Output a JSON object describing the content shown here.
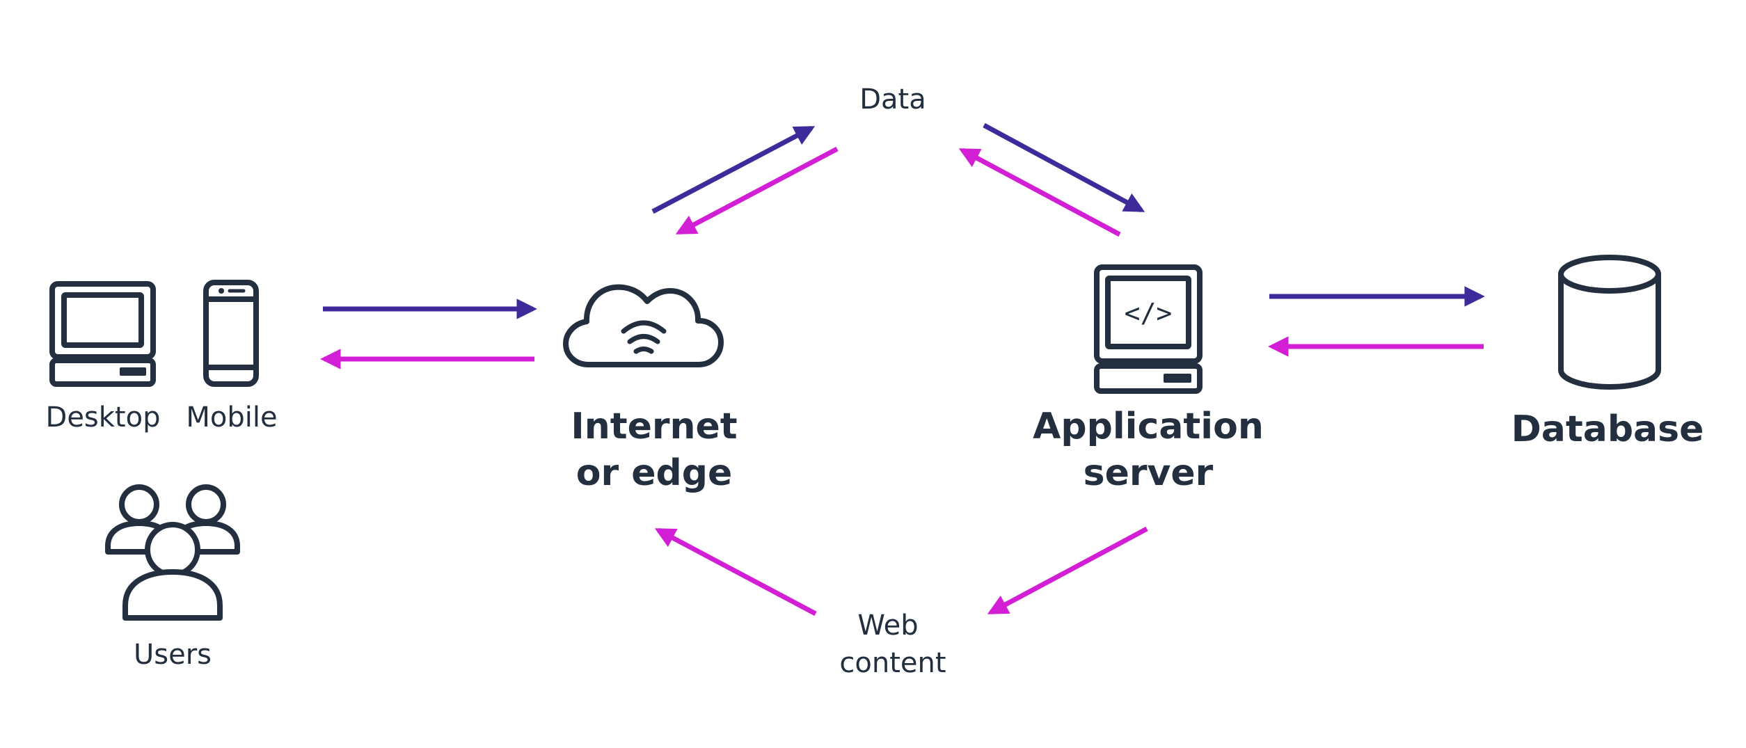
{
  "colors": {
    "request_arrow": "#3f2a9c",
    "response_arrow": "#d21fd6",
    "icon_stroke": "#232f3e",
    "background": "#ffffff"
  },
  "nodes": {
    "desktop": {
      "label": "Desktop",
      "icon": "desktop-computer-icon"
    },
    "mobile": {
      "label": "Mobile",
      "icon": "mobile-phone-icon"
    },
    "users": {
      "label": "Users",
      "icon": "users-group-icon"
    },
    "internet": {
      "label_line1": "Internet",
      "label_line2": "or edge",
      "icon": "cloud-wifi-icon"
    },
    "app_server": {
      "label_line1": "Application",
      "label_line2": "server",
      "icon": "code-server-icon"
    },
    "database": {
      "label": "Database",
      "icon": "database-cylinder-icon"
    }
  },
  "flow_labels": {
    "data": "Data",
    "web_content_line1": "Web",
    "web_content_line2": "content"
  }
}
